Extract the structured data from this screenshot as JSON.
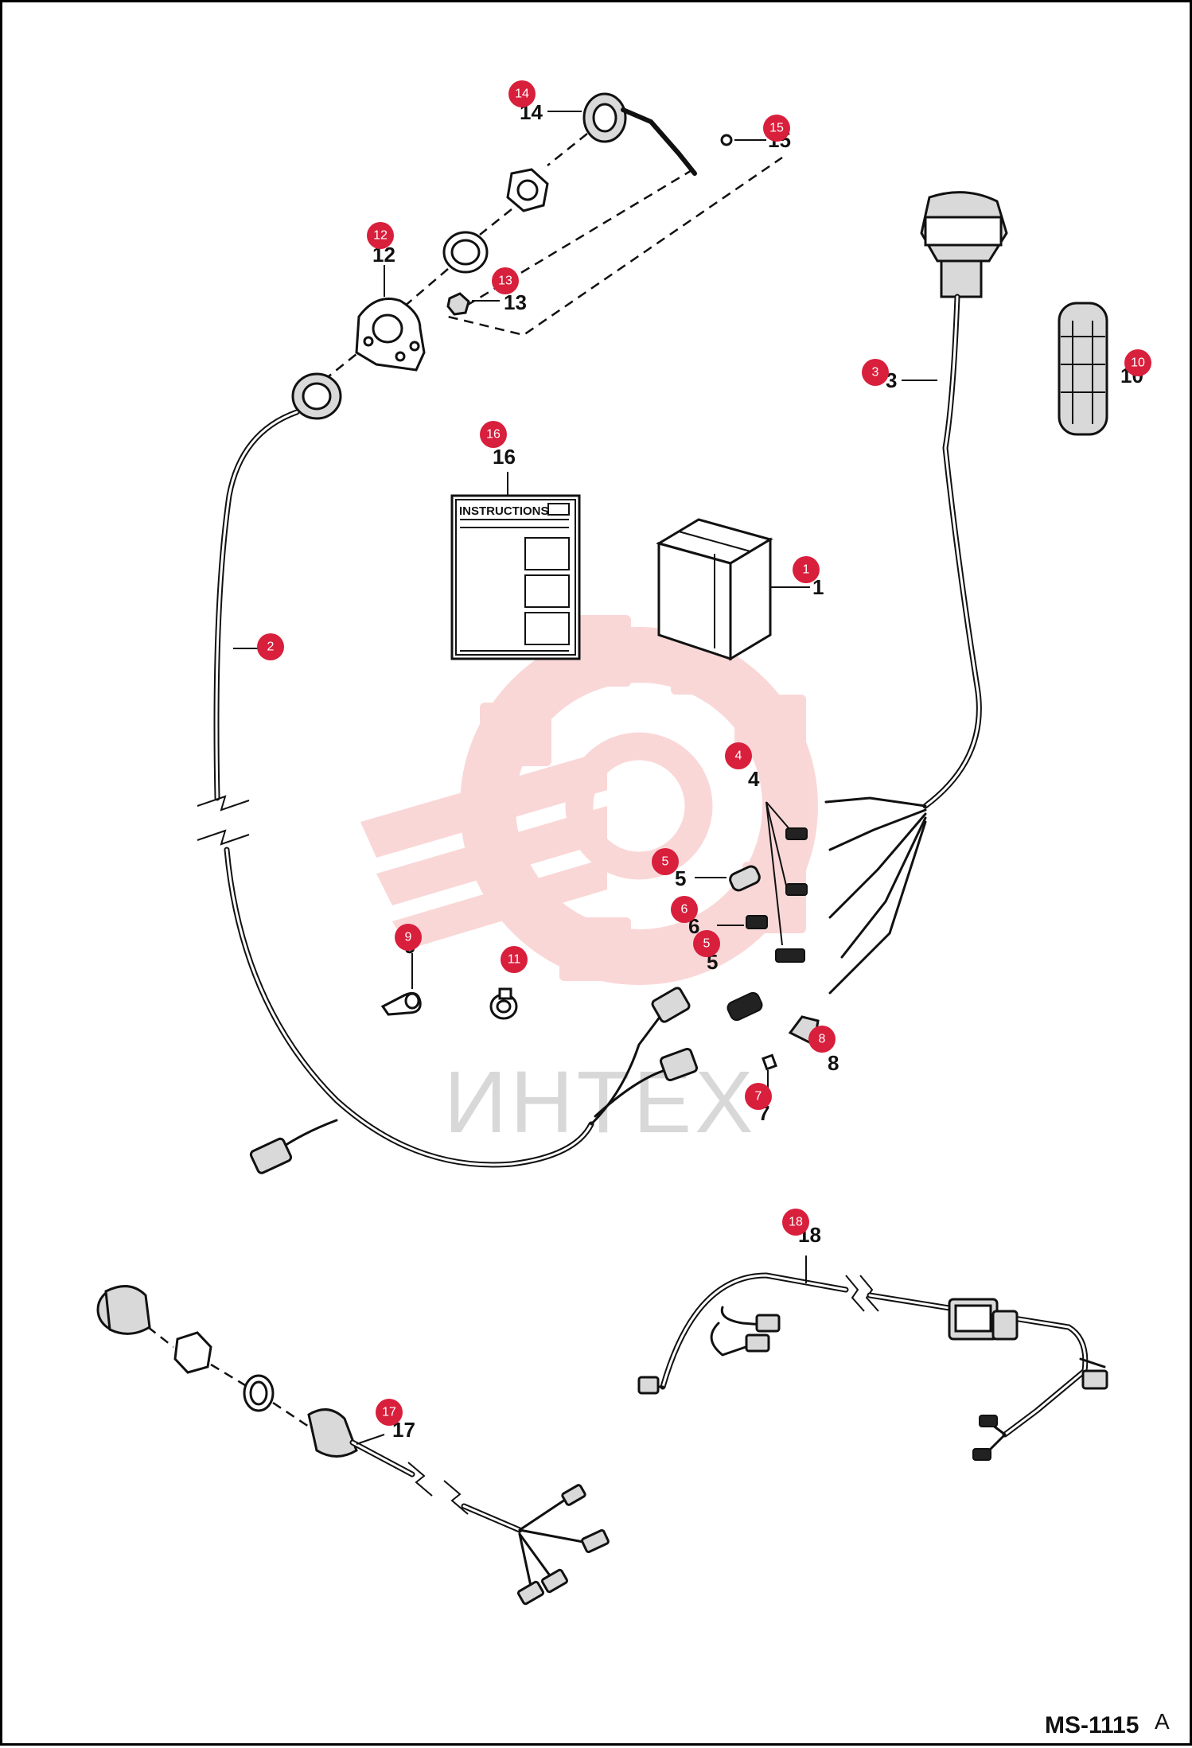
{
  "drawing_code": "MS-1115",
  "drawing_revision": "A",
  "instructions_label": "INSTRUCTIONS",
  "watermark_text": "ИНТЕХ",
  "badge_color": "#d81f3c",
  "watermark_color": "#f7b8b8",
  "callouts": [
    {
      "id": "1",
      "label": "1"
    },
    {
      "id": "2",
      "label": "2"
    },
    {
      "id": "3",
      "label": "3"
    },
    {
      "id": "4",
      "label": "4"
    },
    {
      "id": "5",
      "label": "5"
    },
    {
      "id": "5b",
      "label": "5"
    },
    {
      "id": "6",
      "label": "6"
    },
    {
      "id": "7",
      "label": "7"
    },
    {
      "id": "8",
      "label": "8"
    },
    {
      "id": "9",
      "label": "9"
    },
    {
      "id": "10",
      "label": "10"
    },
    {
      "id": "11",
      "label": "11"
    },
    {
      "id": "12",
      "label": "12"
    },
    {
      "id": "13",
      "label": "13"
    },
    {
      "id": "14",
      "label": "14"
    },
    {
      "id": "15",
      "label": "15"
    },
    {
      "id": "16",
      "label": "16"
    },
    {
      "id": "17",
      "label": "17"
    },
    {
      "id": "18",
      "label": "18"
    }
  ]
}
